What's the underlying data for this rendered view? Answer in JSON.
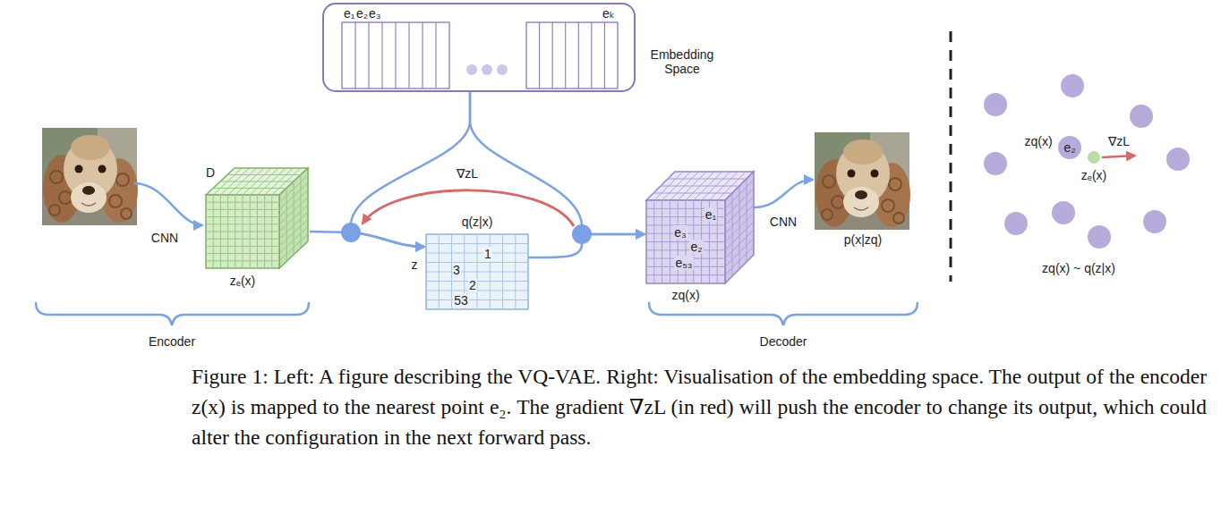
{
  "diagram": {
    "caption": "Figure 1: Left: A figure describing the VQ-VAE. Right: Visualisation of the embedding space. The output of the encoder z(x) is mapped to the nearest point e₂. The gradient ∇zL (in red) will push the encoder to change its output, which could alter the configuration in the next forward pass.",
    "nodes": [
      {
        "text": [
          "e₁",
          "e₂",
          "e₃",
          "eₖ",
          "Embedding Space"
        ]
      },
      {
        "text": [
          "D",
          "zₑ(x)"
        ]
      },
      {
        "text": [
          "q(z|x)",
          "1",
          "3",
          "2",
          "53"
        ]
      },
      {
        "text": [
          "e₁",
          "e₃",
          "e₂",
          "e₅₃",
          "zq(x)"
        ]
      },
      {
        "text": [
          "p(x|zq)"
        ]
      }
    ],
    "edges": [
      {
        "from": 1,
        "to": 2,
        "arrow": "to"
      },
      {
        "from": 0,
        "to": 2,
        "arrow": "to"
      },
      {
        "from": 2,
        "to": 3,
        "arrow": "to"
      },
      {
        "from": 0,
        "to": 3,
        "arrow": "to"
      },
      {
        "from": 3,
        "to": 4,
        "arrow": "to",
        "label": "CNN"
      }
    ],
    "labels": [
      "CNN",
      "z",
      "∇zL",
      "Encoder",
      "Decoder",
      "zq(x)",
      "e₂",
      "∇zL",
      "zₑ(x)",
      "zq(x) ~ q(z|x)"
    ]
  }
}
